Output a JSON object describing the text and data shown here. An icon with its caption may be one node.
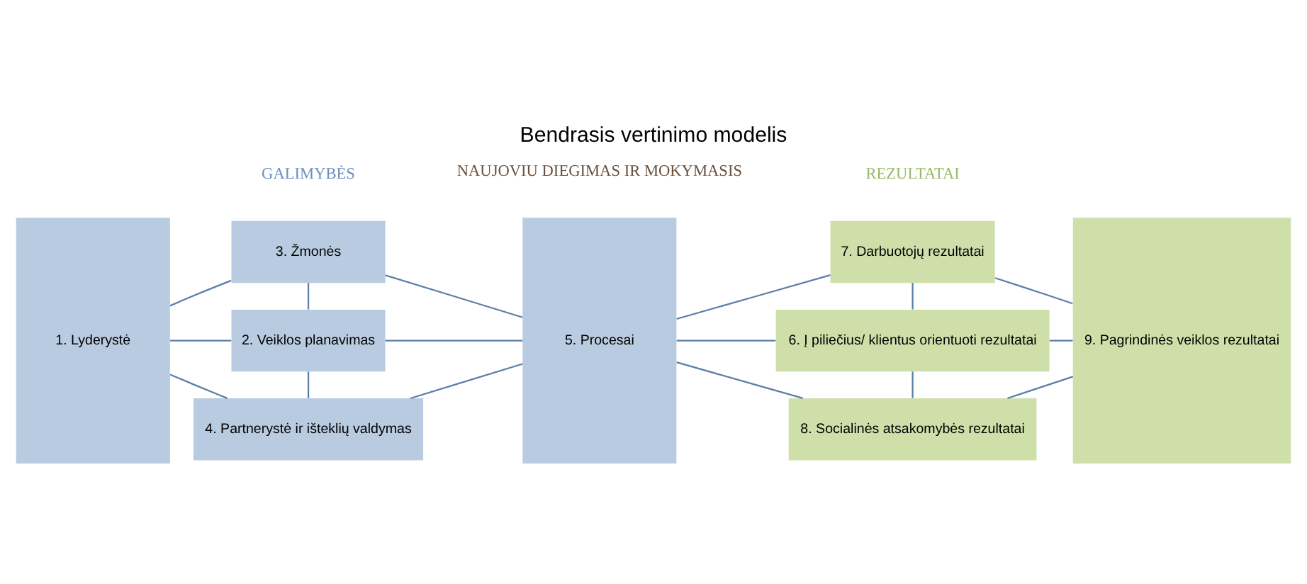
{
  "diagram": {
    "title": "Bendrasis vertinimo modelis",
    "nodes": [
      {
        "text": [
          "1. Lyderystė"
        ]
      },
      {
        "text": [
          "3. Žmonės"
        ]
      },
      {
        "text": [
          "2. Veiklos planavimas"
        ]
      },
      {
        "text": [
          "4. Partnerystė ir išteklių valdymas"
        ]
      },
      {
        "text": [
          "5. Procesai"
        ]
      },
      {
        "text": [
          "7. Darbuotojų rezultatai"
        ]
      },
      {
        "text": [
          "6. Į piliečius/ klientus orientuoti rezultatai"
        ]
      },
      {
        "text": [
          "8. Socialinės atsakomybės rezultatai"
        ]
      },
      {
        "text": [
          "9. Pagrindinės veiklos rezultatai"
        ]
      }
    ],
    "edges": [
      {
        "from": 0,
        "to": 1,
        "arrow": "none"
      },
      {
        "from": 0,
        "to": 2,
        "arrow": "none"
      },
      {
        "from": 0,
        "to": 3,
        "arrow": "none"
      },
      {
        "from": 1,
        "to": 2,
        "arrow": "none"
      },
      {
        "from": 2,
        "to": 3,
        "arrow": "none"
      },
      {
        "from": 1,
        "to": 4,
        "arrow": "none"
      },
      {
        "from": 2,
        "to": 4,
        "arrow": "none"
      },
      {
        "from": 3,
        "to": 4,
        "arrow": "none"
      },
      {
        "from": 4,
        "to": 5,
        "arrow": "none"
      },
      {
        "from": 4,
        "to": 6,
        "arrow": "none"
      },
      {
        "from": 4,
        "to": 7,
        "arrow": "none"
      },
      {
        "from": 5,
        "to": 6,
        "arrow": "none"
      },
      {
        "from": 6,
        "to": 7,
        "arrow": "none"
      },
      {
        "from": 5,
        "to": 8,
        "arrow": "none"
      },
      {
        "from": 6,
        "to": 8,
        "arrow": "none"
      },
      {
        "from": 7,
        "to": 8,
        "arrow": "none"
      }
    ],
    "labels": [
      "GALIMYBĖS",
      "REZULTATAI",
      "NAUJOVIU DIEGIMAS IR MOKYMASIS"
    ]
  }
}
